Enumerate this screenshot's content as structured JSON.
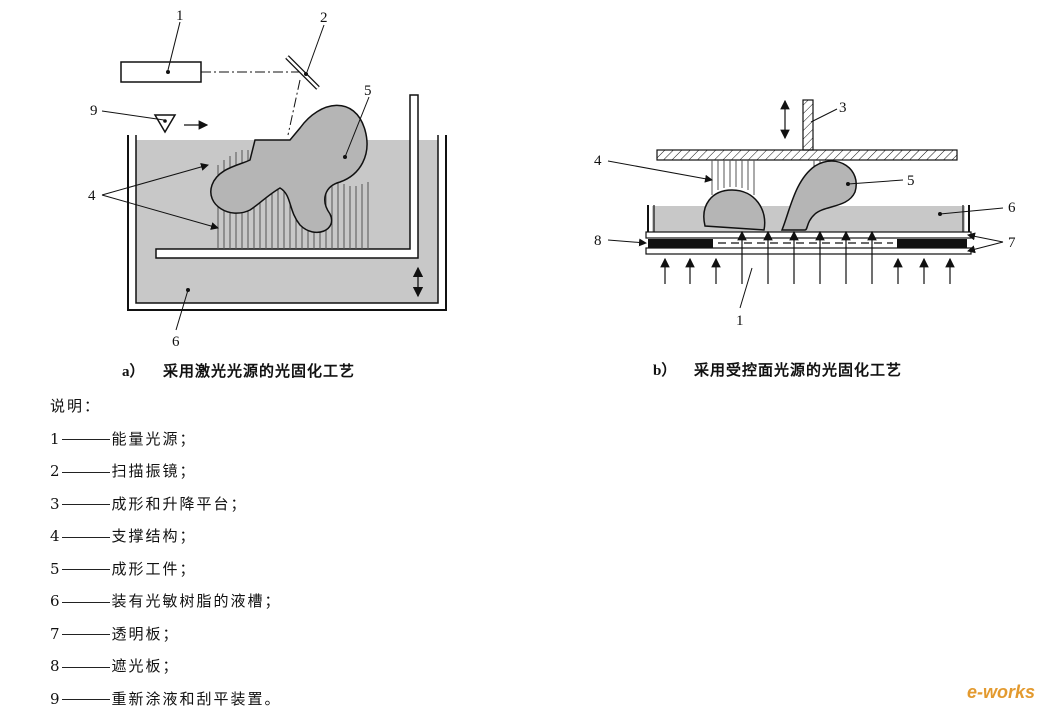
{
  "figure_a": {
    "label": "a）",
    "caption": "采用激光光源的光固化工艺",
    "numbers": {
      "n1": "1",
      "n2": "2",
      "n4": "4",
      "n5": "5",
      "n6": "6",
      "n9": "9"
    }
  },
  "figure_b": {
    "label": "b）",
    "caption": "采用受控面光源的光固化工艺",
    "numbers": {
      "n1": "1",
      "n3": "3",
      "n4": "4",
      "n5": "5",
      "n6": "6",
      "n7": "7",
      "n8": "8"
    }
  },
  "legend": {
    "title": "说明：",
    "items": [
      {
        "num": "1",
        "text": "能量光源；"
      },
      {
        "num": "2",
        "text": "扫描振镜；"
      },
      {
        "num": "3",
        "text": "成形和升降平台；"
      },
      {
        "num": "4",
        "text": "支撑结构；"
      },
      {
        "num": "5",
        "text": "成形工件；"
      },
      {
        "num": "6",
        "text": "装有光敏树脂的液槽；"
      },
      {
        "num": "7",
        "text": "透明板；"
      },
      {
        "num": "8",
        "text": "遮光板；"
      },
      {
        "num": "9",
        "text": "重新涂液和刮平装置。"
      }
    ]
  },
  "watermark": "e-works",
  "colors": {
    "resin": "#c8c8c8",
    "part": "#b5b5b5",
    "line": "#111111"
  }
}
